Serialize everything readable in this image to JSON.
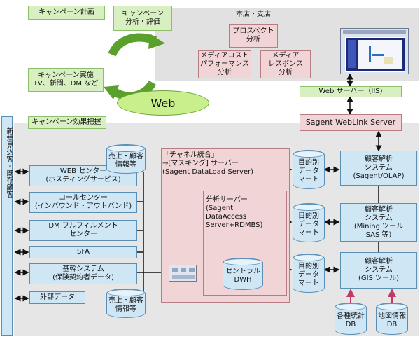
{
  "left_label": "新規見込客・既存顧客",
  "top": {
    "campaign_plan": "キャンペーン計画",
    "campaign_analysis": "キャンペーン\n分析・評価",
    "campaign_exec": "キャンペーン実施\nTV、新聞、DM など",
    "web": "Web",
    "effect": "キャンペーン効果把握"
  },
  "hq": {
    "title": "本店・支店",
    "prospect": "プロスペクト\n分析",
    "media_cost": "メディアコスト\nパフォーマンス\n分析",
    "media_response": "メディア\nレスポンス\n分析"
  },
  "web_server": "Web サーバー（IIS)",
  "weblink": "Sagent WebLink Server",
  "channels": [
    "WEB センター\n(ホスティングサービス)",
    "コールセンター\n(インバウンド・アウトバンド)",
    "DM フルフィルメント\nセンター",
    "SFA",
    "基幹システム\n(保険契約者データ)",
    "外部データ"
  ],
  "sales_db_top": "売上・顧客\n情報等",
  "sales_db_bottom": "売上・顧客\n情報等",
  "channel_server": "「チャネル統合」\n→[マスキング] サーバー\n(Sagent DataLoad Server)",
  "analysis_server": "分析サーバー\n(Sagent\nDataAccess\nServer+RDMBS)",
  "central_dwh": "セントラル\nDWH",
  "marts": [
    "目的別\nデータ\nマート",
    "目的別\nデータ\nマート",
    "目的別\nデータ\nマート"
  ],
  "systems": [
    "顧客解析\nシステム\n(Sagent/OLAP)",
    "顧客解析\nシステム\n(Mining ツール\nSAS 等)",
    "顧客解析\nシステム\n(GIS ツール)"
  ],
  "bottom_dbs": [
    "各種統計\nDB",
    "地図情報\nDB"
  ],
  "colors": {
    "green_box": "#d8efc2",
    "pink_box": "#f1d4d6",
    "blue_box": "#cfe6f5",
    "gray_panel": "#e1e1e1",
    "arrow_green": "#5aa02c",
    "web_ellipse": "#c8ef8c"
  }
}
